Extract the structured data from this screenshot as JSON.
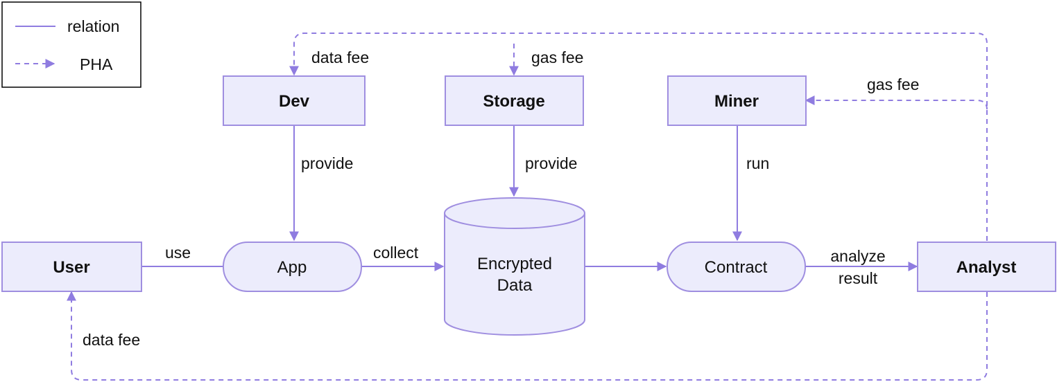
{
  "colors": {
    "node_fill": "#ececfc",
    "node_stroke": "#9f8ee0",
    "edge": "#8f7ce0",
    "text": "#111111",
    "legend_border": "#000000"
  },
  "legend": {
    "relation_label": "relation",
    "pha_label": "PHA"
  },
  "nodes": {
    "dev": "Dev",
    "storage": "Storage",
    "miner": "Miner",
    "user": "User",
    "app": "App",
    "encrypted_data_line1": "Encrypted",
    "encrypted_data_line2": "Data",
    "contract": "Contract",
    "analyst": "Analyst"
  },
  "edges": {
    "dev_data_fee": "data fee",
    "storage_gas_fee": "gas fee",
    "miner_gas_fee": "gas fee",
    "dev_provide": "provide",
    "storage_provide": "provide",
    "miner_run": "run",
    "user_use": "use",
    "app_collect": "collect",
    "contract_analyze_line1": "analyze",
    "contract_analyze_line2": "result",
    "user_data_fee": "data fee"
  }
}
